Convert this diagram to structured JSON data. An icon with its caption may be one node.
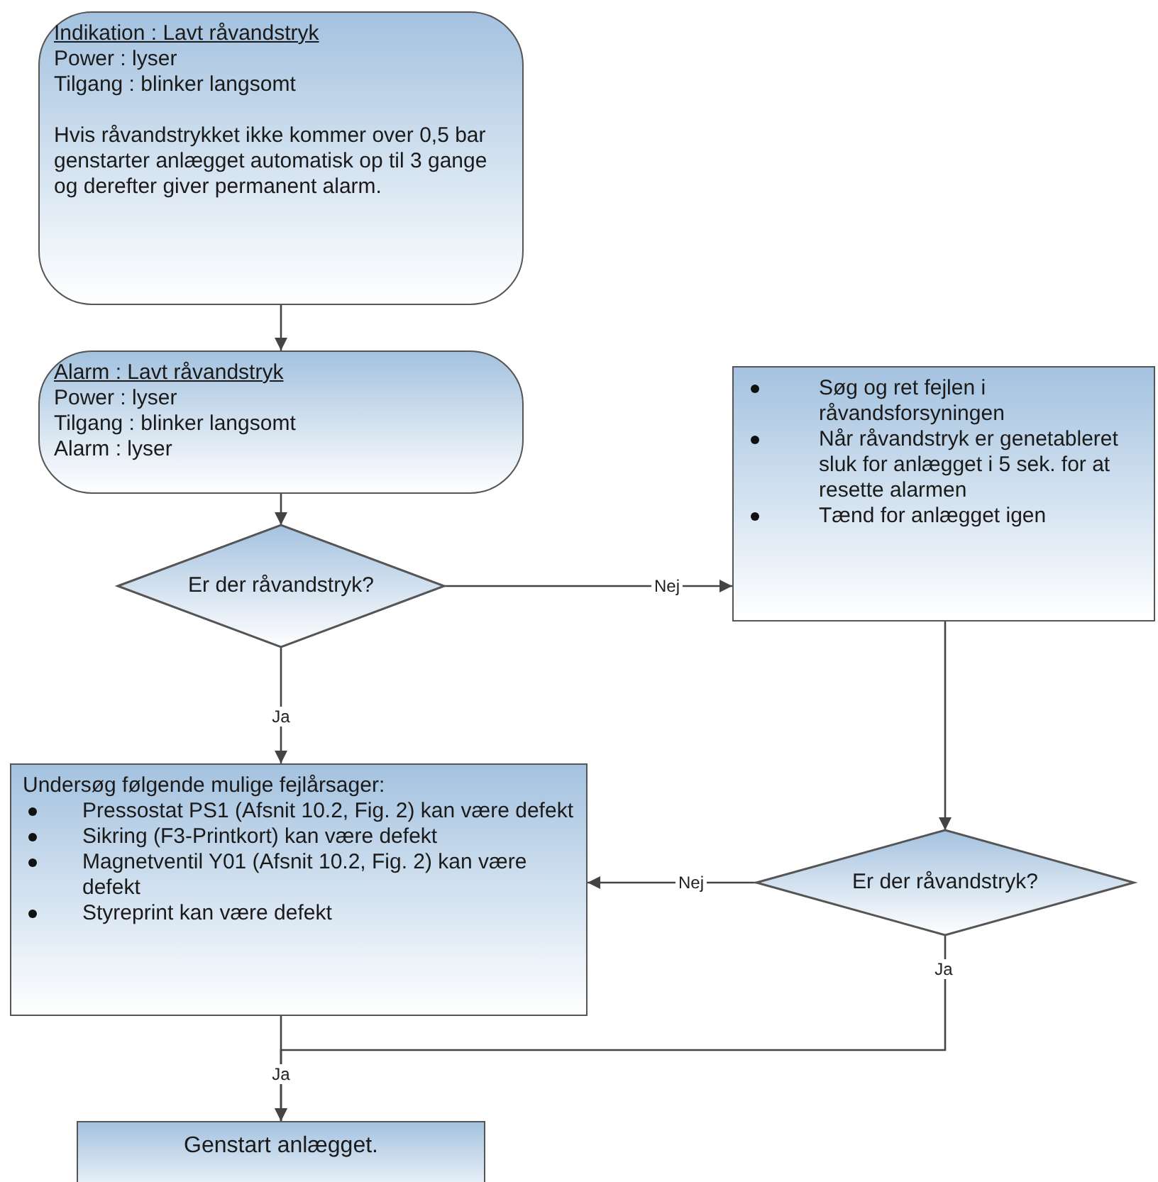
{
  "diagram": {
    "nodes": [
      {
        "text": [
          "Indikation : Lavt råvandstryk",
          "Power : lyser",
          "Tilgang : blinker langsomt",
          "Hvis råvandstrykket ikke kommer over 0,5 bar genstarter anlægget automatisk op til 3 gange og derefter giver permanent alarm."
        ]
      },
      {
        "text": [
          "Alarm : Lavt råvandstryk",
          "Power : lyser",
          "Tilgang : blinker langsomt",
          "Alarm : lyser"
        ]
      },
      {
        "text": [
          "Er der råvandstryk?"
        ]
      },
      {
        "text": [
          "Søg og ret fejlen i råvandsforsyningen",
          "Når råvandstryk er genetableret sluk for anlægget i 5 sek. for at resette alarmen",
          "Tænd for anlægget igen"
        ]
      },
      {
        "text": [
          "Undersøg følgende mulige fejlårsager:",
          "Pressostat PS1 (Afsnit 10.2, Fig. 2) kan være defekt",
          "Sikring (F3-Printkort) kan være defekt",
          "Magnetventil Y01 (Afsnit 10.2, Fig. 2) kan være defekt",
          "Styreprint kan være defekt"
        ]
      },
      {
        "text": [
          "Er der råvandstryk?"
        ]
      },
      {
        "text": [
          "Genstart anlægget."
        ]
      }
    ],
    "edges": [
      {
        "from": 0,
        "to": 1,
        "arrow": "to"
      },
      {
        "from": 1,
        "to": 2,
        "arrow": "to"
      },
      {
        "from": 2,
        "to": 3,
        "arrow": "to",
        "label": "Nej"
      },
      {
        "from": 2,
        "to": 4,
        "arrow": "to",
        "label": "Ja"
      },
      {
        "from": 3,
        "to": 5,
        "arrow": "to"
      },
      {
        "from": 5,
        "to": 4,
        "arrow": "to",
        "label": "Nej"
      },
      {
        "from": 4,
        "to": 6,
        "arrow": "to",
        "label": "Ja"
      },
      {
        "from": 5,
        "to": 6,
        "arrow": "to",
        "label": "Ja"
      }
    ]
  }
}
